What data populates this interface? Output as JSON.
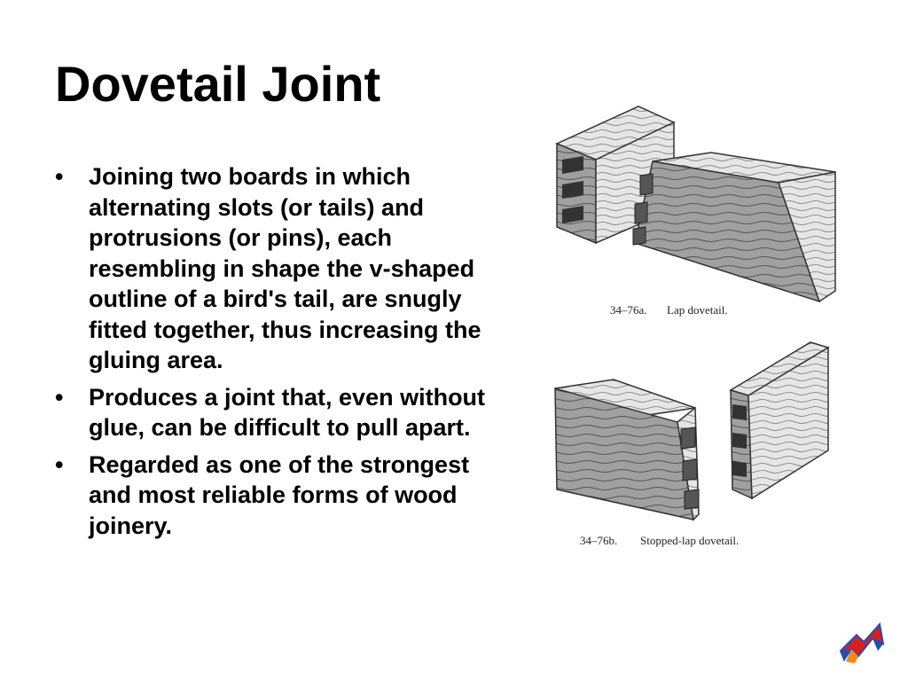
{
  "slide": {
    "title": "Dovetail Joint",
    "bullets": [
      "Joining two boards in which alternating slots (or tails) and protrusions (or pins), each resembling in shape the v-shaped outline of a bird's tail, are snugly fitted together, thus increasing the gluing area.",
      "Produces a joint that, even without glue, can be difficult to pull apart.",
      "Regarded as one of the strongest and most reliable forms of wood joinery."
    ],
    "bullet_glyph": "•"
  },
  "figure": {
    "caption_a_num": "34–76a.",
    "caption_a_text": "Lap dovetail.",
    "caption_b_num": "34–76b.",
    "caption_b_text": "Stopped-lap dovetail."
  },
  "colors": {
    "wood_fill": "#9a9a9a",
    "wood_dark": "#5a5a5a",
    "wood_light": "#d8d8d8",
    "logo_red": "#d62020",
    "logo_blue": "#1e4fb8",
    "logo_orange": "#f08a1c"
  }
}
